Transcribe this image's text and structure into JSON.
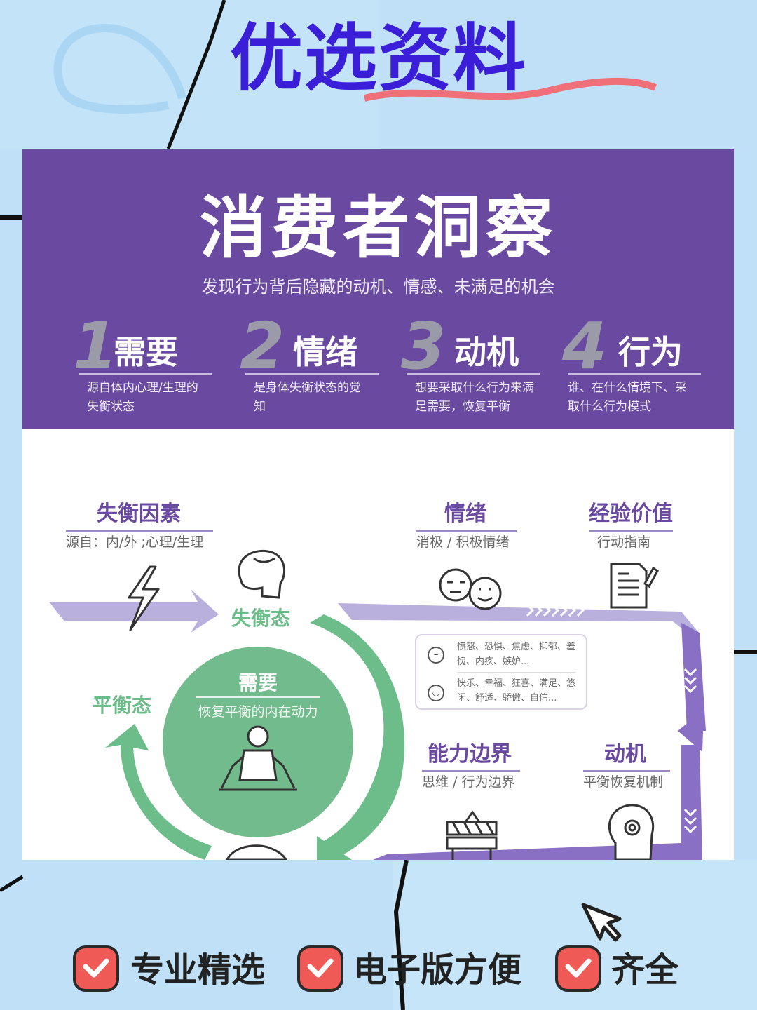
{
  "header": {
    "title": "优选资料"
  },
  "banner": {
    "title": "消费者洞察",
    "subtitle": "发现行为背后隐藏的动机、情感、未满足的机会",
    "steps": [
      {
        "num": "1",
        "label": "需要",
        "desc": "源自体内心理/生理的失衡状态"
      },
      {
        "num": "2",
        "label": "情绪",
        "desc": "是身体失衡状态的觉知"
      },
      {
        "num": "3",
        "label": "动机",
        "desc": "想要采取什么行为来满足需要，恢复平衡"
      },
      {
        "num": "4",
        "label": "行为",
        "desc": "谁、在什么情境下、采取什么行为模式"
      }
    ]
  },
  "diagram": {
    "imbalance_factor": {
      "title": "失衡因素",
      "sub": "源自：内/外 ;心理/生理"
    },
    "emotion": {
      "title": "情绪",
      "sub": "消极 / 积极情绪"
    },
    "experience": {
      "title": "经验价值",
      "sub": "行动指南"
    },
    "imbalance_state": "失衡态",
    "balance_state": "平衡态",
    "need": {
      "title": "需要",
      "sub": "恢复平衡的内在动力"
    },
    "negative_emotions": "愤怒、恐惧、焦虑、抑郁、羞愧、内疚、嫉妒...",
    "positive_emotions": "快乐、幸福、狂喜、满足、悠闲、舒适、骄傲、自信...",
    "ability": {
      "title": "能力边界",
      "sub": "思维 / 行为边界"
    },
    "motive": {
      "title": "动机",
      "sub": "平衡恢复机制"
    }
  },
  "footer": {
    "items": [
      "专业精选",
      "电子版方便",
      "齐全"
    ]
  },
  "colors": {
    "purple": "#6a4aa1",
    "green": "#6dbd8a",
    "title_blue": "#3b1fd8",
    "check_red": "#f05a56",
    "bg": "#bfe0f7"
  },
  "icons": [
    "lightning-icon",
    "head-icon",
    "faces-icon",
    "document-icon",
    "meditation-icon",
    "barrier-icon",
    "gear-head-icon",
    "check-icon",
    "cursor-icon"
  ]
}
